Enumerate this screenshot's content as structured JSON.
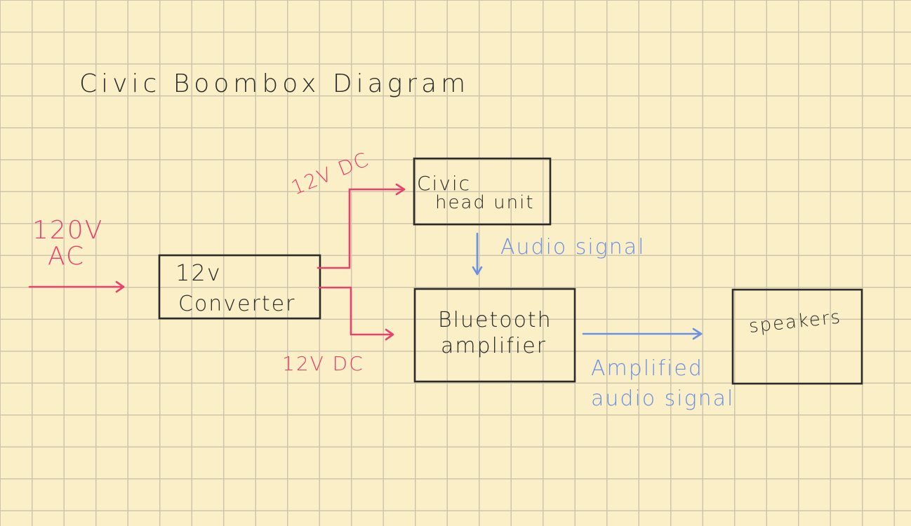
{
  "title": "Civic Boombox Diagram",
  "colors": {
    "background": "#faefc6",
    "grid": "#cdc6ad",
    "ink_black": "#2b2b2b",
    "power_red": "#e8416e",
    "signal_blue": "#6a8fe6"
  },
  "blocks": {
    "converter": {
      "line1": "12v",
      "line2": "Converter"
    },
    "head_unit": {
      "line1": "Civic",
      "line2": "head unit"
    },
    "amplifier": {
      "line1": "Bluetooth",
      "line2": "amplifier"
    },
    "speakers": {
      "line1": "speakers"
    }
  },
  "labels": {
    "input_power_line1": "120V",
    "input_power_line2": "AC",
    "dc_to_head_unit": "12V DC",
    "dc_to_amplifier": "12V DC",
    "audio_signal": "Audio signal",
    "amplified_line1": "Amplified",
    "amplified_line2": "audio signal"
  },
  "connections": [
    {
      "from": "120V AC",
      "to": "12v Converter",
      "type": "power"
    },
    {
      "from": "12v Converter",
      "to": "Civic head unit",
      "type": "power",
      "label": "12V DC"
    },
    {
      "from": "12v Converter",
      "to": "Bluetooth amplifier",
      "type": "power",
      "label": "12V DC"
    },
    {
      "from": "Civic head unit",
      "to": "Bluetooth amplifier",
      "type": "signal",
      "label": "Audio signal"
    },
    {
      "from": "Bluetooth amplifier",
      "to": "speakers",
      "type": "signal",
      "label": "Amplified audio signal"
    }
  ]
}
